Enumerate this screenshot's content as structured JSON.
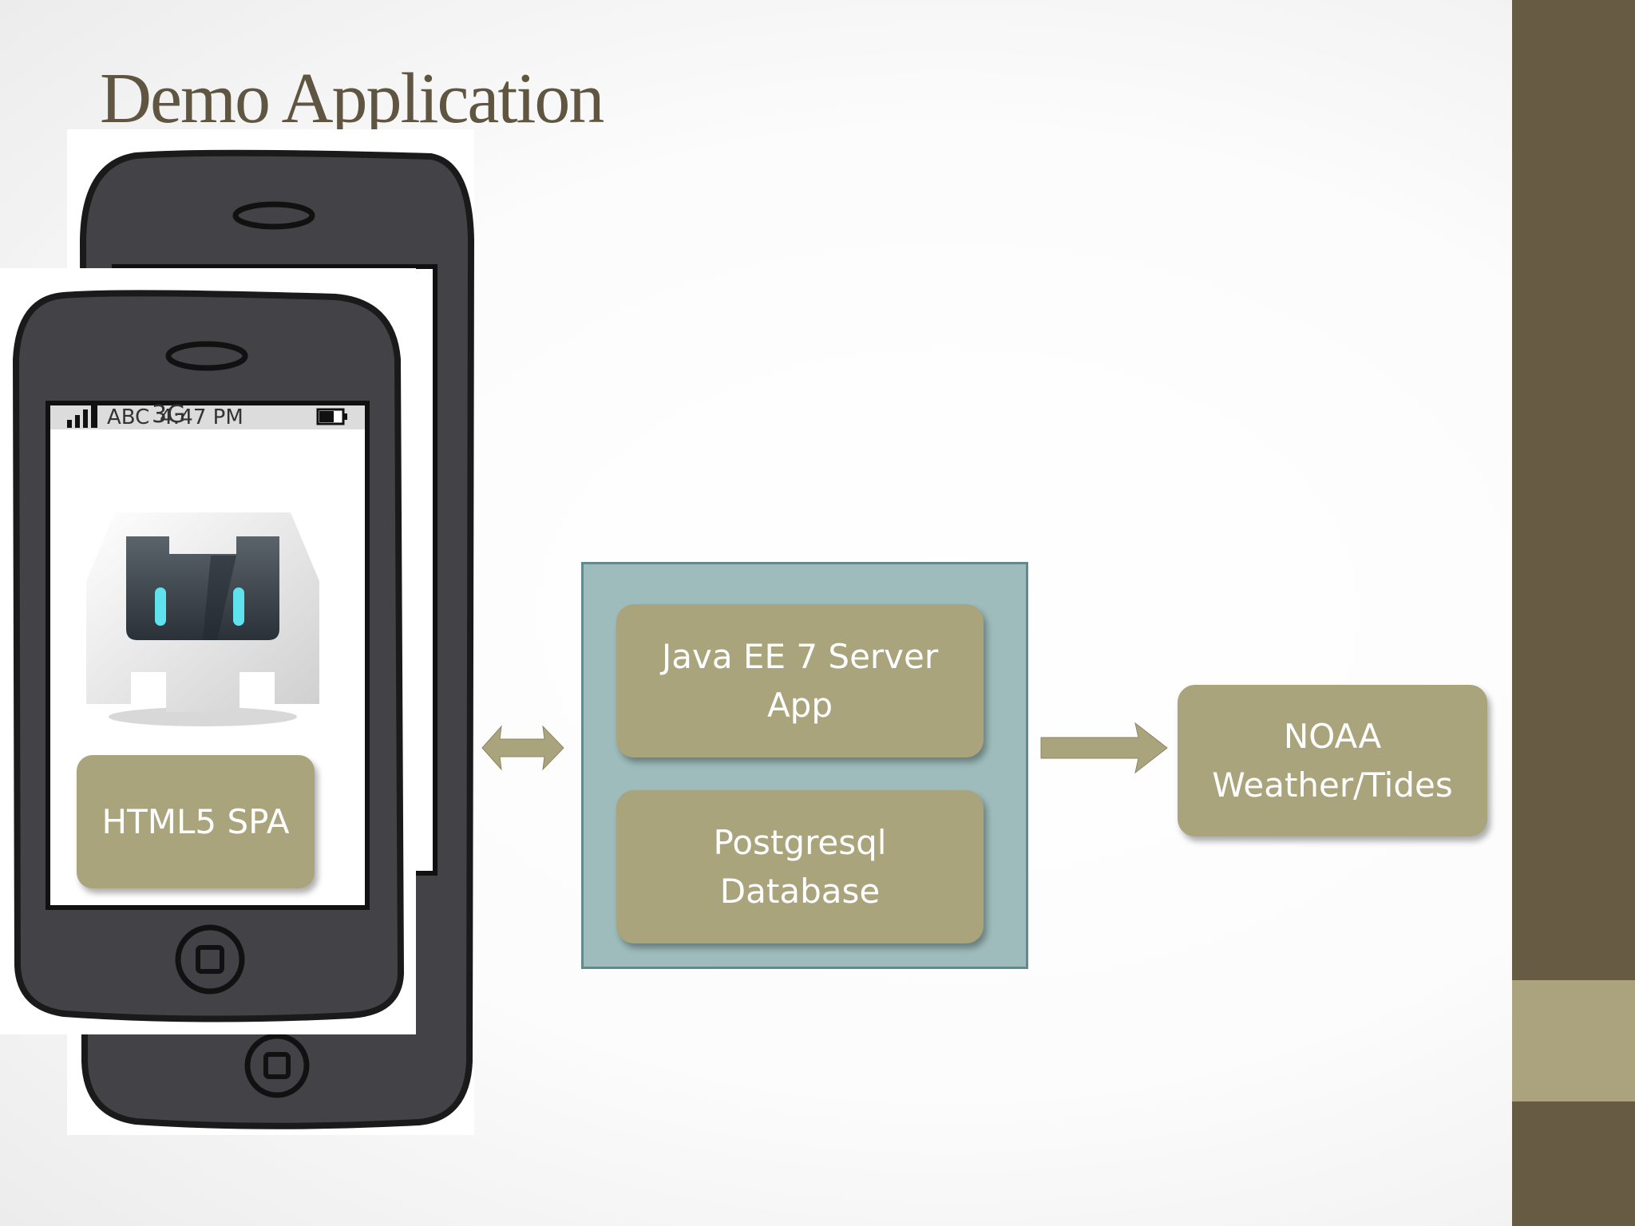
{
  "slide": {
    "title": "Demo Application"
  },
  "phone": {
    "status_carrier": "ABC",
    "status_network": "3G",
    "status_time": "4:47 PM",
    "app_label": "HTML5 SPA"
  },
  "server": {
    "app_label": "Java EE 7 Server\nApp",
    "db_label": "Postgresql\nDatabase"
  },
  "external": {
    "label": "NOAA\nWeather/Tides"
  },
  "colors": {
    "title": "#5f5540",
    "accent_dark": "#675b43",
    "accent_light": "#aba37e",
    "box_fill": "#aaa47d",
    "container_fill": "#9dbcbb",
    "phone_body": "#434246"
  }
}
